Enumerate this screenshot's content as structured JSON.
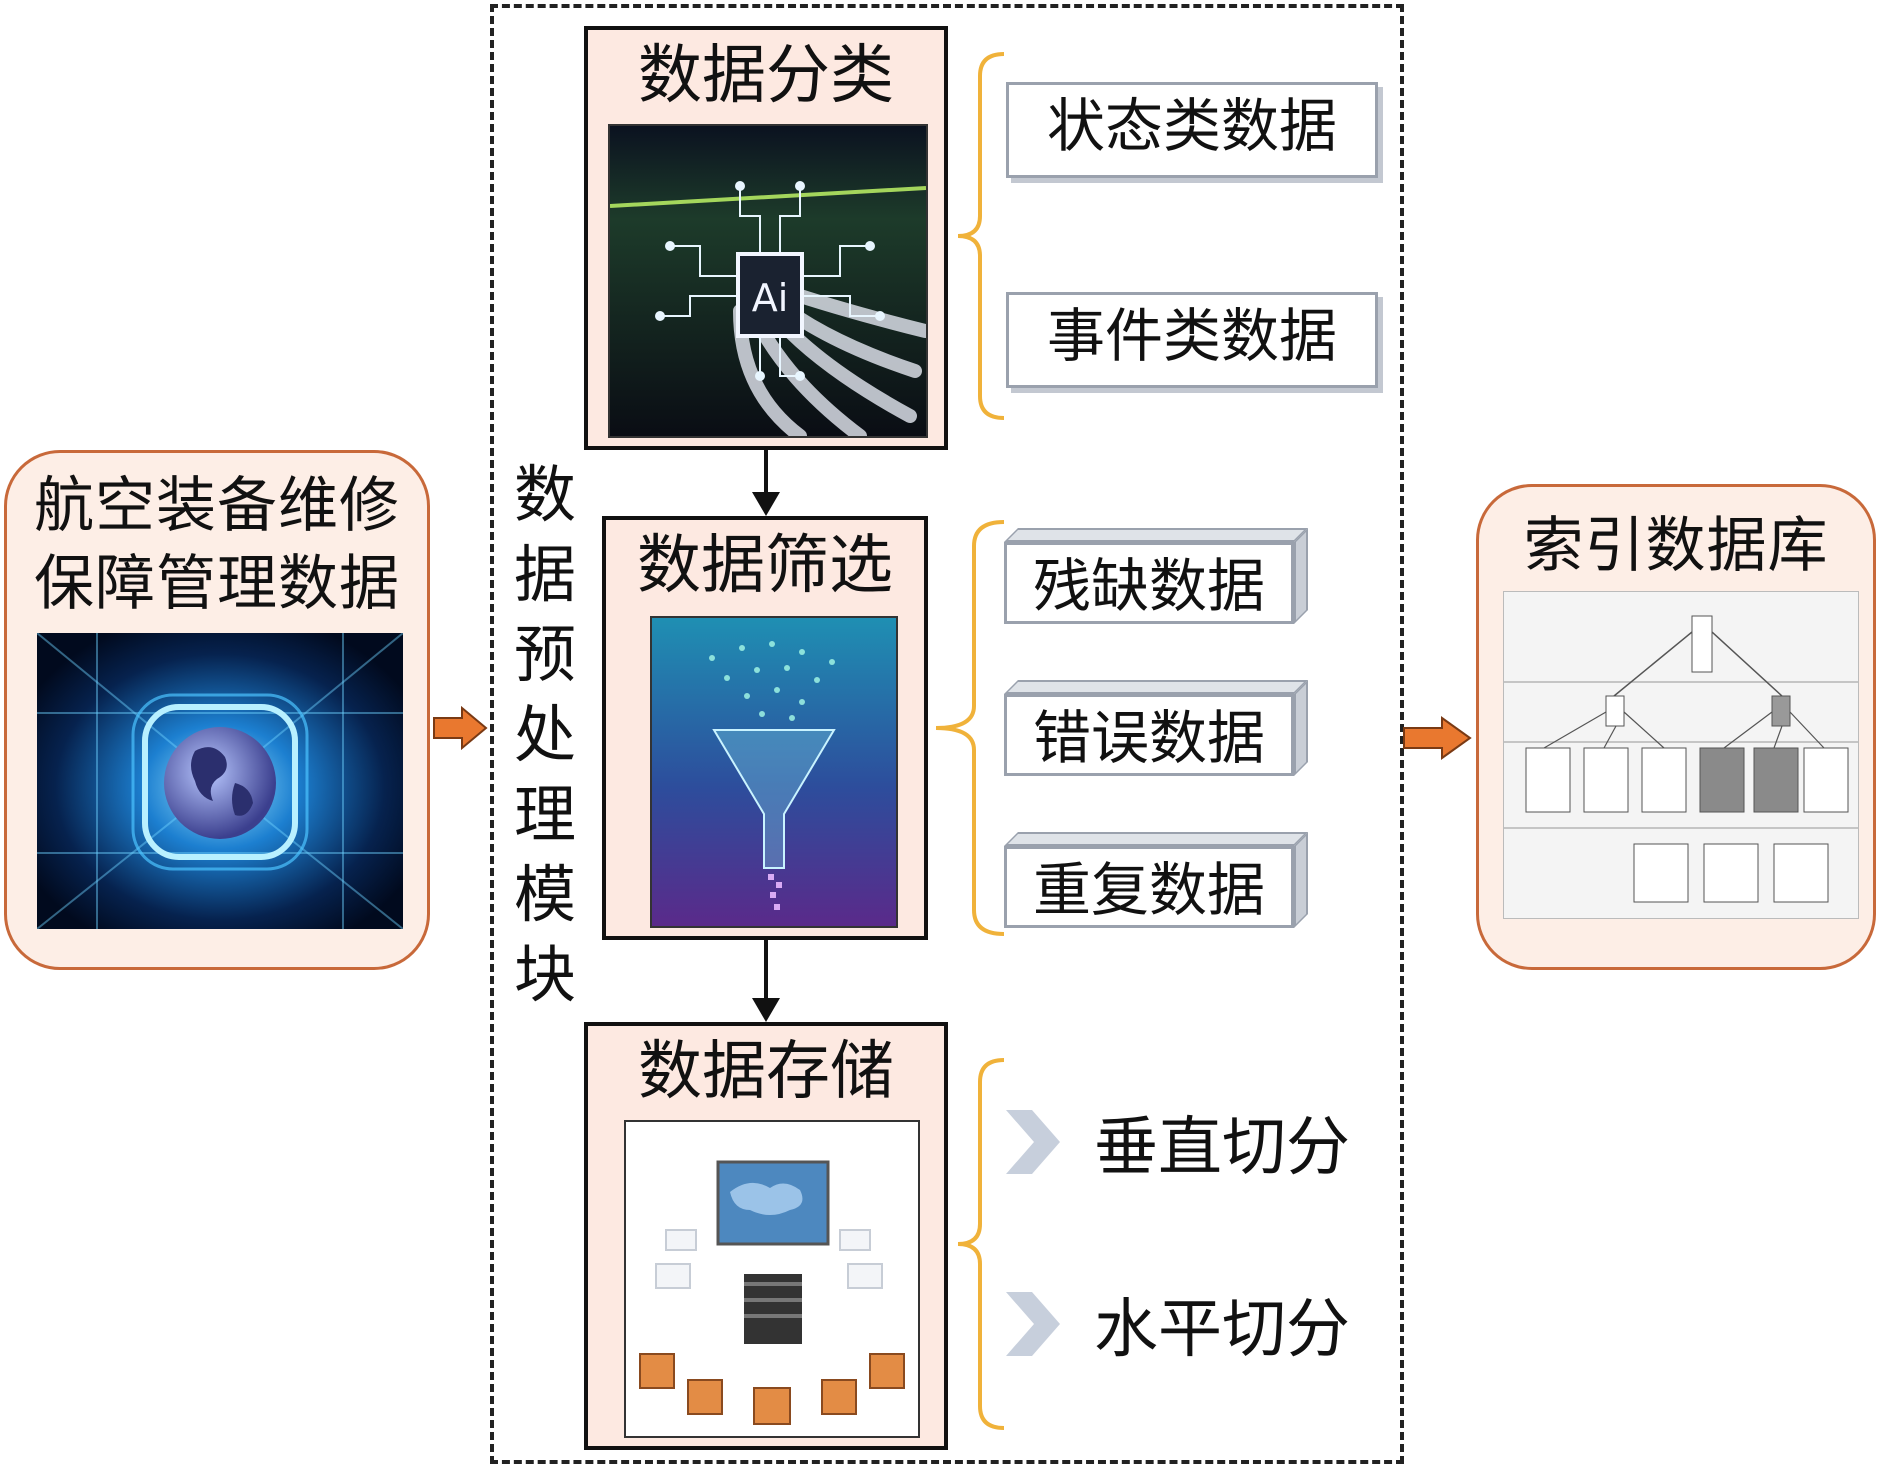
{
  "source": {
    "title_line1": "航空装备维修",
    "title_line2": "保障管理数据"
  },
  "module": {
    "title_chars": [
      "数",
      "据",
      "预",
      "处",
      "理",
      "模",
      "块"
    ]
  },
  "steps": [
    {
      "title": "数据分类",
      "items": [
        "状态类数据",
        "事件类数据"
      ]
    },
    {
      "title": "数据筛选",
      "items": [
        "残缺数据",
        "错误数据",
        "重复数据"
      ]
    },
    {
      "title": "数据存储",
      "items": [
        "垂直切分",
        "水平切分"
      ]
    }
  ],
  "target": {
    "title": "索引数据库"
  },
  "colors": {
    "accent_orange": "#e9782f",
    "bracket_gold": "#f0b23a",
    "box_fill": "#fde9e1",
    "round_border": "#c8693a",
    "tag_border": "#9aa1ad"
  }
}
